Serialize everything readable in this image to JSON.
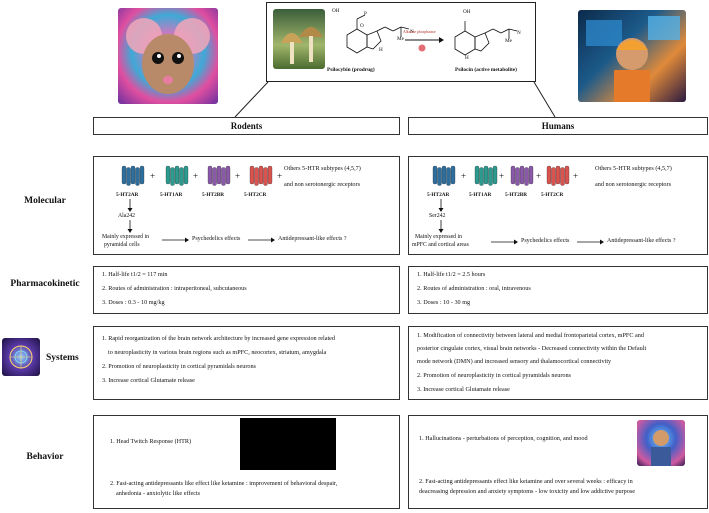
{
  "top_scheme": {
    "prodrug_label": "Psilocybin (prodrug)",
    "metabolite_label": "Psilocin (active metabolite)",
    "enzyme_label": "Alkaline phosphatase",
    "atoms": {
      "oh": "OH",
      "p": "P",
      "o": "O",
      "h": "H",
      "me": "Me",
      "n": "N"
    }
  },
  "columns": {
    "left": "Rodents",
    "right": "Humans"
  },
  "rows": {
    "molecular": "Molecular",
    "pharmacokinetic": "Pharmacokinetic",
    "systems": "Systems",
    "behavior": "Behavior"
  },
  "molecular": {
    "receptors": [
      "5-HT2AR",
      "5-HT1AR",
      "5-HT2BR",
      "5-HT2CR"
    ],
    "receptor_colors": [
      "#2e6f9e",
      "#2d9a8f",
      "#8a5aa8",
      "#d9534f"
    ],
    "others_line1": "Others 5-HTR subtypes (4,5,7)",
    "others_line2": "and non serotonergic receptors",
    "psychedelic": "Psychedelics effects",
    "antidep": "Antidepressant-like effects ?",
    "rodents": {
      "residue": "Ala242",
      "expr1": "Mainly expressed in",
      "expr2": "pyramidal cells"
    },
    "humans": {
      "residue": "Ser242",
      "expr1": "Mainly expressed in",
      "expr2": "mPFC and cortical areas"
    }
  },
  "pk": {
    "rodents": [
      "1. Half-life t1/2 = 117 min",
      "2. Routes of administration : intraperitoneal, subcutaneous",
      "3. Doses : 0.3 - 10 mg/kg"
    ],
    "humans": [
      "1. Half-life t1/2 = 2.5 hours",
      "2. Routes of administration : oral, intravenous",
      "3. Doses : 10 - 30 mg"
    ]
  },
  "systems": {
    "rodents": [
      "1. Rapid reorganization of the brain network architecture by increased gene expression related",
      "to neuroplasticity in various brain regions such as mPFC, neocortex, striatum, amygdala",
      "2. Promotion of neuroplasticity in cortical pyramidals neurons",
      "3. Increase cortical Glutamate release"
    ],
    "humans": [
      "1. Modification of connectivity between lateral and medial frontoparietal cortex, mPFC and",
      "posterior cingulate cortex, visual brain networks - Decreased connectivity within the Default",
      "mode network (DMN) and increased sensory and thalamocortical connectivity",
      "2. Promotion of neuroplasticity  in cortical pyramidals neurons",
      "3. Increase cortical Glutamate release"
    ]
  },
  "behavior": {
    "rodents": [
      "1. Head Twitch Response (HTR)",
      "2. Fast-acting antidepressants like effect like ketamine : improvement of behavioral despair,",
      "anhedonia - anxiolytic like effects"
    ],
    "humans": [
      "1. Hallucinations - perturbations of perception, cognition, and mood",
      "2. Fast-acting antidepressants effect like ketamine and over several weeks : efficacy in",
      "deacreasing depression and anxiety symptoms - low toxicity and low addictive purpose"
    ]
  }
}
